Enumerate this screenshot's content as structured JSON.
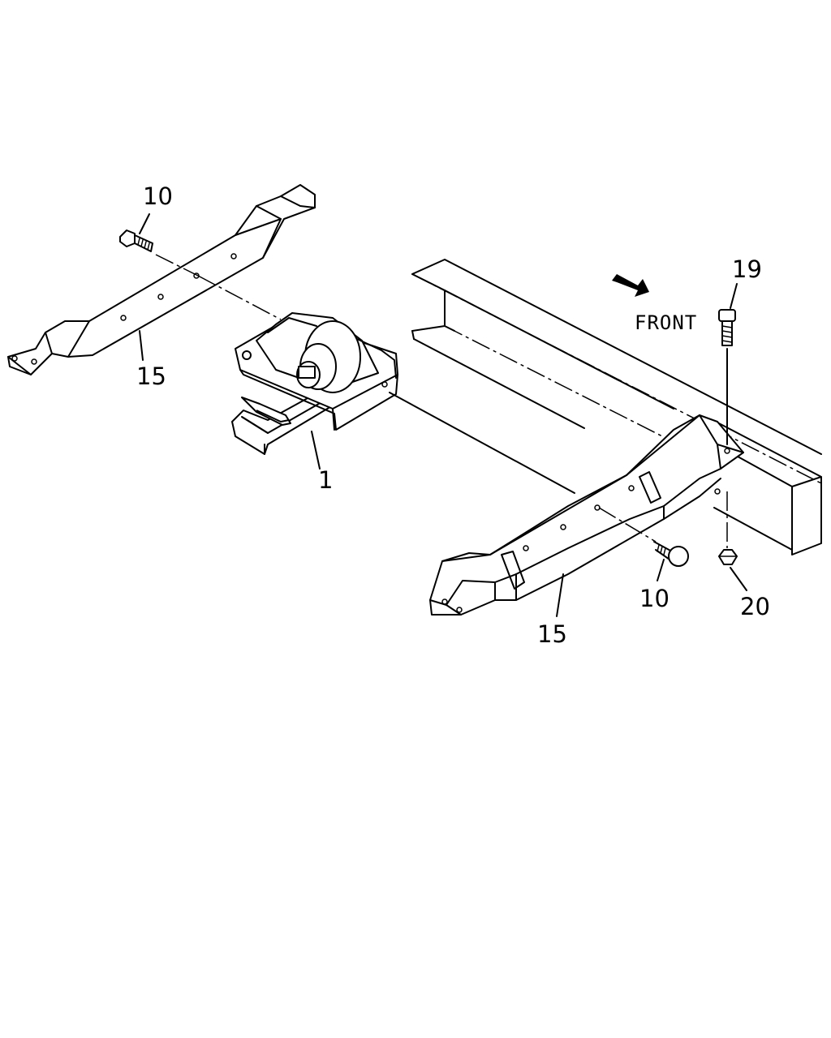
{
  "labels": {
    "part_1": "1",
    "part_10_top": "10",
    "part_10_bottom": "10",
    "part_15_left": "15",
    "part_15_right": "15",
    "part_19": "19",
    "part_20": "20"
  },
  "direction": {
    "text": "FRONT",
    "icon": "arrow-right-down-icon"
  }
}
